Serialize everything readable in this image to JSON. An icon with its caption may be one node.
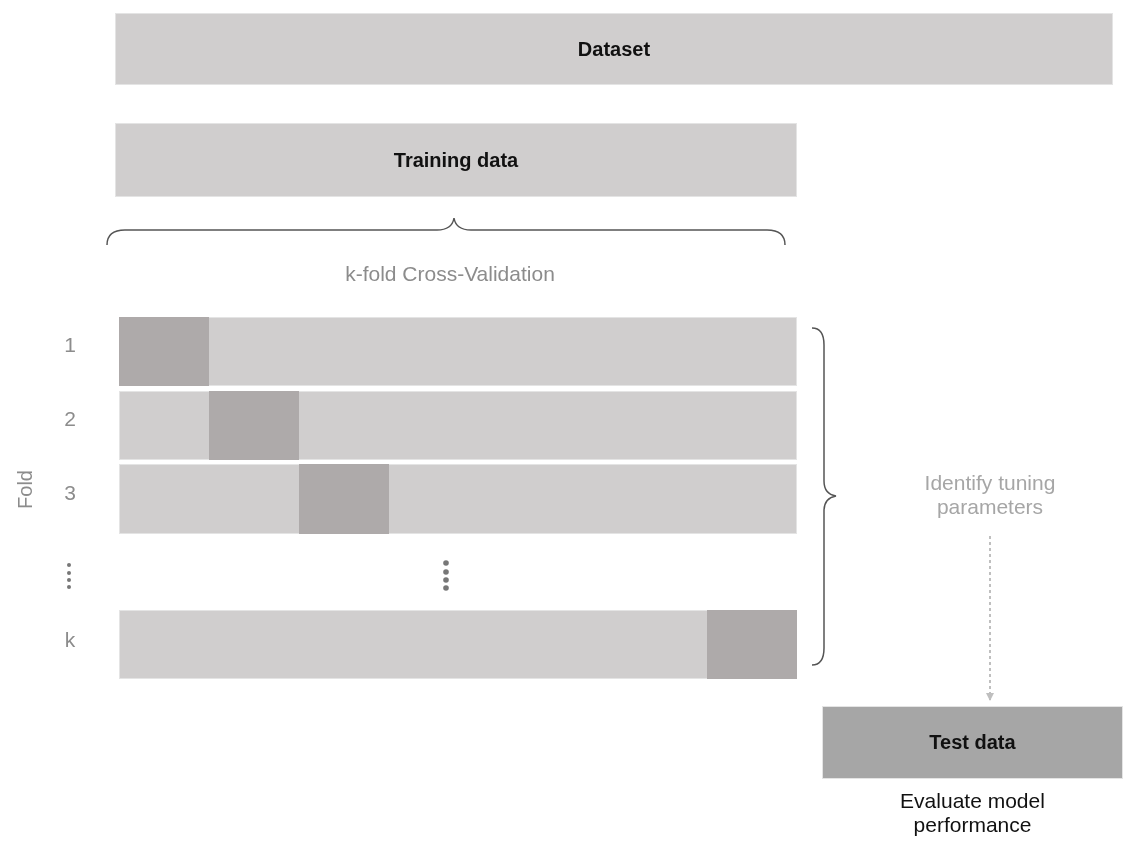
{
  "diagram": {
    "nodes": [
      {
        "text": [
          "Dataset"
        ]
      },
      {
        "text": [
          "Training data"
        ]
      },
      {
        "text": [],
        "shape": "bar"
      },
      {
        "text": [],
        "shape": "bar"
      },
      {
        "text": [],
        "shape": "bar"
      },
      {
        "text": [],
        "shape": "bar"
      },
      {
        "text": [
          "Identify tuning parameters"
        ]
      },
      {
        "text": [
          "Test data"
        ],
        "beside": [
          "Evaluate model performance"
        ]
      },
      {
        "text": [],
        "shape": "box",
        "in": 2
      },
      {
        "text": [],
        "shape": "box",
        "in": 3
      },
      {
        "text": [],
        "shape": "box",
        "in": 4
      },
      {
        "text": [],
        "shape": "box",
        "in": 5
      }
    ],
    "edges": [
      {
        "from": 6,
        "to": 7,
        "arrow": "to",
        "style": "dashed"
      }
    ],
    "labels": [
      "k-fold Cross-Validation",
      "1",
      "2",
      "3",
      "k",
      "Fold"
    ]
  }
}
